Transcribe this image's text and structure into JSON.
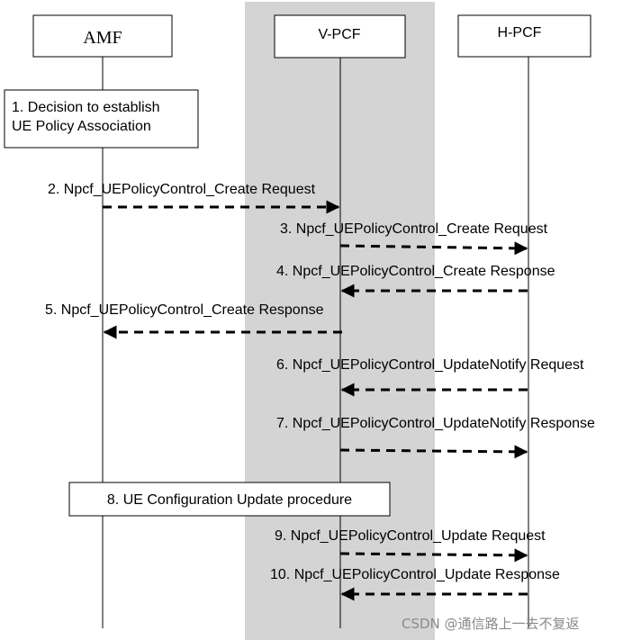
{
  "participants": {
    "amf": "AMF",
    "vpcf": "V-PCF",
    "hpcf": "H-PCF"
  },
  "notes": {
    "decision_line1": "1. Decision to establish",
    "decision_line2": "UE Policy Association",
    "ue_config": "8. UE Configuration Update procedure"
  },
  "messages": [
    {
      "label": "2. Npcf_UEPolicyControl_Create Request",
      "from": "AMF",
      "to": "V-PCF"
    },
    {
      "label": "3. Npcf_UEPolicyControl_Create Request",
      "from": "V-PCF",
      "to": "H-PCF"
    },
    {
      "label": "4. Npcf_UEPolicyControl_Create Response",
      "from": "H-PCF",
      "to": "V-PCF"
    },
    {
      "label": "5. Npcf_UEPolicyControl_Create Response",
      "from": "V-PCF",
      "to": "AMF"
    },
    {
      "label": "6. Npcf_UEPolicyControl_UpdateNotify Request",
      "from": "H-PCF",
      "to": "V-PCF"
    },
    {
      "label": "7. Npcf_UEPolicyControl_UpdateNotify Response",
      "from": "V-PCF",
      "to": "H-PCF"
    },
    {
      "label": "9. Npcf_UEPolicyControl_Update Request",
      "from": "V-PCF",
      "to": "H-PCF"
    },
    {
      "label": "10. Npcf_UEPolicyControl_Update Response",
      "from": "H-PCF",
      "to": "V-PCF"
    }
  ],
  "watermark": "CSDN @通信路上一去不复返",
  "colors": {
    "visited_band": "#d4d4d4",
    "line": "#000000",
    "watermark": "#8a8a8a"
  }
}
